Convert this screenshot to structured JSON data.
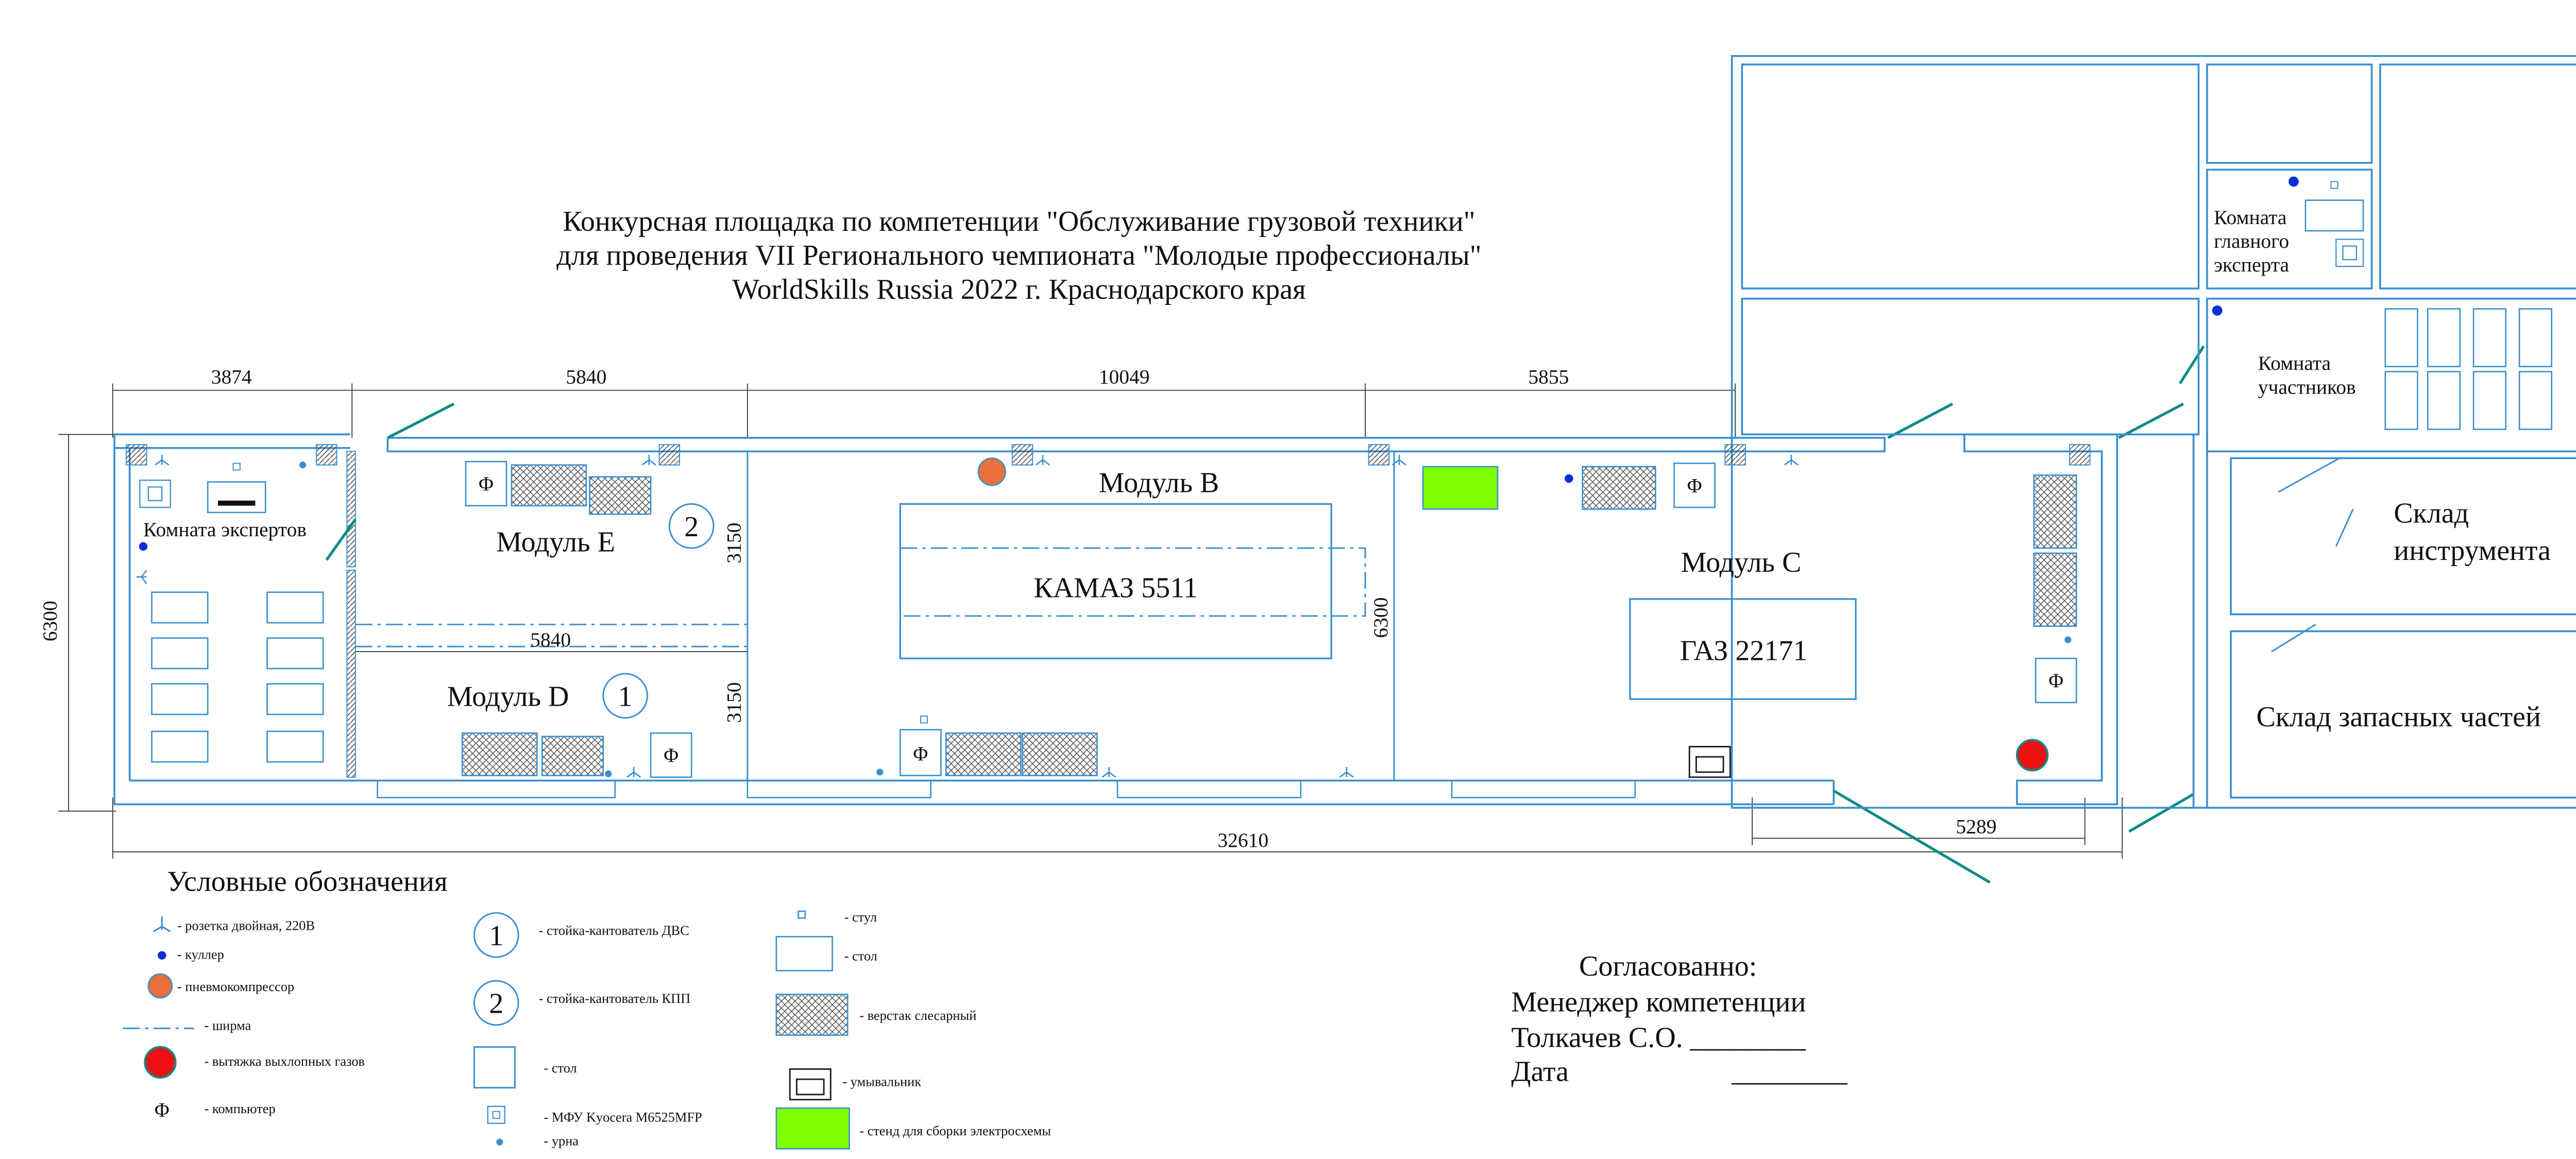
{
  "title": {
    "line1": "Конкурсная площадка по компетенции \"Обслуживание грузовой техники\"",
    "line2": "для проведения VII Регионального чемпионата \"Молодые профессионалы\"",
    "line3": "WorldSkills Russia 2022 г. Краснодарского края"
  },
  "dimensions": {
    "d1": "3874",
    "d2": "5840",
    "d3": "10049",
    "d4": "5855",
    "total": "32610",
    "side": "6300",
    "inner_height": "6300",
    "e_height": "3150",
    "d_height": "3150",
    "mid_width": "5840",
    "right": "5289"
  },
  "rooms": {
    "experts": "Комната экспертов",
    "chief_line1": "Комната",
    "chief_line2": "главного",
    "chief_line3": "эксперта",
    "participants_line1": "Комната",
    "participants_line2": "участников",
    "tool_store_line1": "Склад",
    "tool_store_line2": "инструмента",
    "parts_store": "Склад запасных частей"
  },
  "modules": {
    "e_label": "Модуль E",
    "e_num": "2",
    "d_label": "Модуль D",
    "d_num": "1",
    "b_label": "Модуль B",
    "b_vehicle": "КАМАЗ 5511",
    "c_label": "Модуль С",
    "c_vehicle": "ГАЗ 22171"
  },
  "legend": {
    "title": "Условные обозначения",
    "socket": "- розетка двойная, 220В",
    "cooler": "- куллер",
    "compressor": "- пневмокомпрессор",
    "screen": "- ширма",
    "exhaust": "- вытяжка выхлопных газов",
    "computer": "- компьютер",
    "engine_stand": "- стойка-кантователь ДВС",
    "gearbox_stand": "- стойка-кантователь КПП",
    "table_big": "- стол",
    "mfp": "- МФУ Kyocera M6525MFP",
    "bin": "- урна",
    "chair": "- стул",
    "table": "- стол",
    "workbench": "- верстак слесарный",
    "sink": "- умывальник",
    "stand": "- стенд для сборки электросхемы",
    "num1": "1",
    "num2": "2",
    "phi": "Φ"
  },
  "approval": {
    "line1": "Согласованно:",
    "line2": "Менеджер компетенции",
    "line3": "Толкачев С.О. ________",
    "line4_label": "Дата",
    "line4_blank": "________"
  },
  "colors": {
    "wall": "#3a8fd0",
    "door": "#0d8a86",
    "green": "#7fff00",
    "compressor": "#e8703a",
    "exhaust": "#ee1111",
    "cooler": "#0b2fd6"
  }
}
